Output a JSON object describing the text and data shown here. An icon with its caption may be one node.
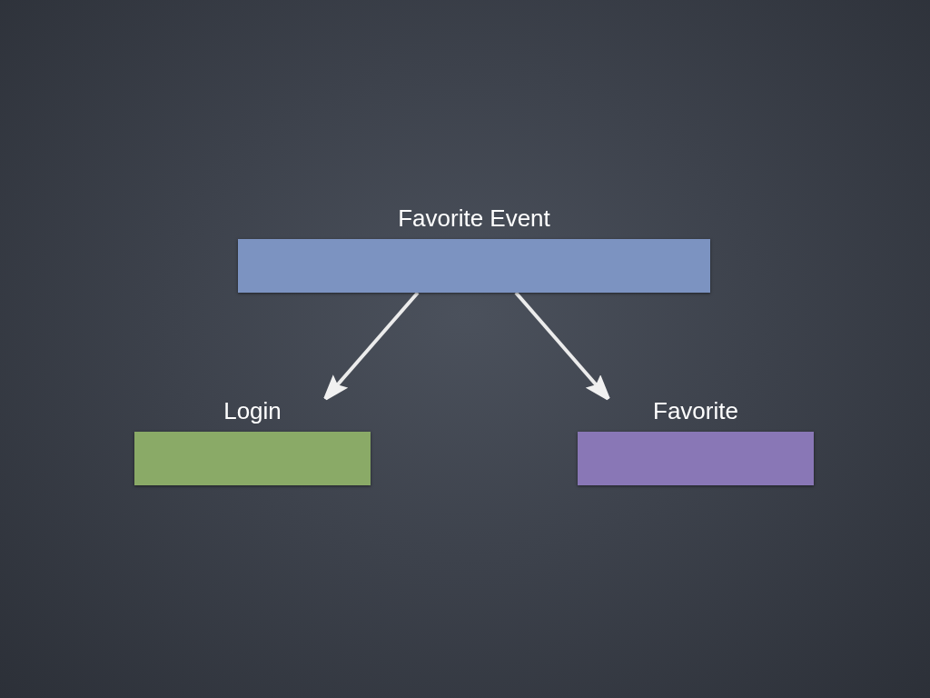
{
  "diagram": {
    "nodes": [
      {
        "text": [
          "Favorite Event"
        ]
      },
      {
        "text": [
          "Login"
        ]
      },
      {
        "text": [
          "Favorite"
        ]
      }
    ],
    "edges": [
      {
        "from": 0,
        "to": 1,
        "arrow": "to"
      },
      {
        "from": 0,
        "to": 2,
        "arrow": "to"
      }
    ]
  }
}
